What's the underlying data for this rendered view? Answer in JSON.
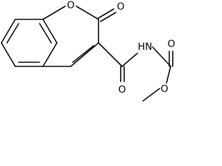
{
  "molecule": {
    "atoms": [
      {
        "id": "O1",
        "symbol": "O",
        "label": "O"
      },
      {
        "id": "O2",
        "symbol": "O",
        "label": "O"
      },
      {
        "id": "N",
        "symbol": "N",
        "label": "HN"
      },
      {
        "id": "O3",
        "symbol": "O",
        "label": "O"
      },
      {
        "id": "O4",
        "symbol": "O",
        "label": "O"
      },
      {
        "id": "O5",
        "symbol": "O",
        "label": "O"
      }
    ],
    "colors": {
      "bond": "#000000",
      "text": "#000000",
      "background": "#ffffff"
    }
  }
}
